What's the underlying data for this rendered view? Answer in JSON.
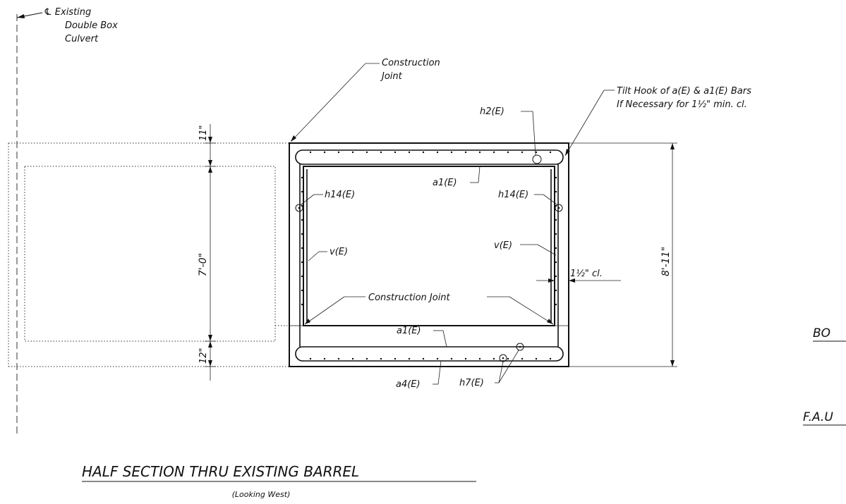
{
  "labels": {
    "centerline_line1": "℄ Existing",
    "centerline_line2": "Double Box",
    "centerline_line3": "Culvert",
    "construction_joint_top_line1": "Construction",
    "construction_joint_top_line2": "Joint",
    "tilt_hook_line1": "Tilt Hook of a(E) & a1(E) Bars",
    "tilt_hook_line2": "If Necessary for 1½\" min. cl.",
    "h2": "h2(E)",
    "a1_top": "a1(E)",
    "h14_left": "h14(E)",
    "h14_right": "h14(E)",
    "v_left": "v(E)",
    "v_right": "v(E)",
    "clearance": "1½\" cl.",
    "construction_joint_bottom": "Construction Joint",
    "a1_bottom": "a1(E)",
    "a4": "a4(E)",
    "h7": "h7(E)",
    "edge_text_1": "BO",
    "edge_text_2": "F.A.U"
  },
  "dimensions": {
    "top_slab": "11\"",
    "clear_height": "7'-0\"",
    "bottom_slab": "12\"",
    "overall_height": "8'-11\""
  },
  "title": {
    "main": "HALF SECTION THRU EXISTING BARREL",
    "sub": "(Looking West)"
  }
}
